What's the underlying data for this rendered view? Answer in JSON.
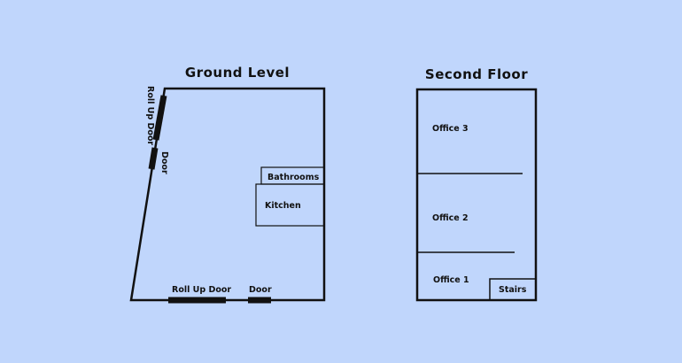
{
  "background_color": "#c0d6fc",
  "ground_level": {
    "title": "Ground Level",
    "left_roll_up_door": "Roll Up Door",
    "left_door": "Door",
    "bottom_roll_up_door": "Roll Up Door",
    "bottom_door": "Door",
    "bathrooms": "Bathrooms",
    "kitchen": "Kitchen"
  },
  "second_floor": {
    "title": "Second Floor",
    "office3": "Office 3",
    "office2": "Office 2",
    "office1": "Office 1",
    "stairs": "Stairs"
  }
}
